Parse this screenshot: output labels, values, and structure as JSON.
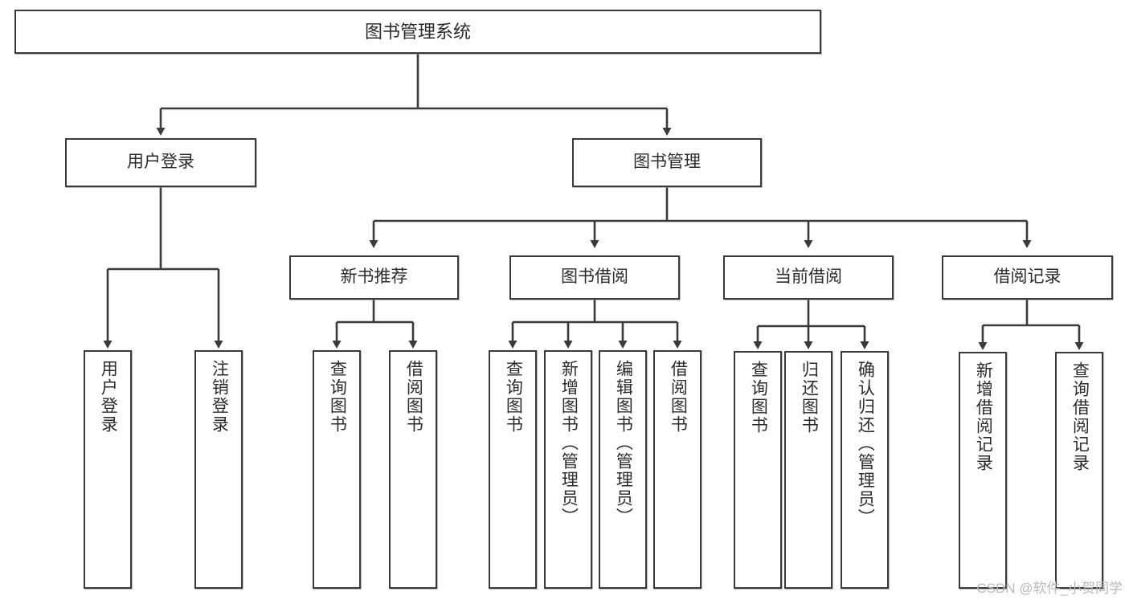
{
  "diagram": {
    "type": "tree-hierarchy",
    "title": "图书管理系统",
    "colors": {
      "box_border": "#3a3a3a",
      "box_fill": "#ffffff",
      "edge": "#3a3a3a",
      "text": "#2b2b2b",
      "watermark": "#b9b9b9",
      "background": "#ffffff"
    },
    "levels": [
      {
        "level": 1,
        "nodes": [
          {
            "id": "root",
            "label": "图书管理系统",
            "orientation": "horizontal"
          }
        ]
      },
      {
        "level": 2,
        "nodes": [
          {
            "id": "user-login",
            "label": "用户登录",
            "orientation": "horizontal",
            "parent": "root"
          },
          {
            "id": "book-mgmt",
            "label": "图书管理",
            "orientation": "horizontal",
            "parent": "root"
          }
        ]
      },
      {
        "level": 3,
        "nodes": [
          {
            "id": "new-book-rec",
            "label": "新书推荐",
            "orientation": "horizontal",
            "parent": "book-mgmt"
          },
          {
            "id": "book-borrow",
            "label": "图书借阅",
            "orientation": "horizontal",
            "parent": "book-mgmt"
          },
          {
            "id": "current-borrow",
            "label": "当前借阅",
            "orientation": "horizontal",
            "parent": "book-mgmt"
          },
          {
            "id": "borrow-record",
            "label": "借阅记录",
            "orientation": "horizontal",
            "parent": "book-mgmt"
          }
        ]
      },
      {
        "level": 4,
        "nodes": [
          {
            "id": "leaf-user-login",
            "label": "用户登录",
            "orientation": "vertical",
            "parent": "user-login"
          },
          {
            "id": "leaf-user-logout",
            "label": "注销登录",
            "orientation": "vertical",
            "parent": "user-login"
          },
          {
            "id": "leaf-rec-query",
            "label": "查询图书",
            "orientation": "vertical",
            "parent": "new-book-rec"
          },
          {
            "id": "leaf-rec-borrow",
            "label": "借阅图书",
            "orientation": "vertical",
            "parent": "new-book-rec"
          },
          {
            "id": "leaf-borrow-query",
            "label": "查询图书",
            "orientation": "vertical",
            "parent": "book-borrow"
          },
          {
            "id": "leaf-borrow-add",
            "label": "新增图书（管理员）",
            "orientation": "vertical",
            "parent": "book-borrow"
          },
          {
            "id": "leaf-borrow-edit",
            "label": "编辑图书（管理员）",
            "orientation": "vertical",
            "parent": "book-borrow"
          },
          {
            "id": "leaf-borrow-lend",
            "label": "借阅图书",
            "orientation": "vertical",
            "parent": "book-borrow"
          },
          {
            "id": "leaf-current-query",
            "label": "查询图书",
            "orientation": "vertical",
            "parent": "current-borrow"
          },
          {
            "id": "leaf-current-return",
            "label": "归还图书",
            "orientation": "vertical",
            "parent": "current-borrow"
          },
          {
            "id": "leaf-current-confirm",
            "label": "确认归还（管理员）",
            "orientation": "vertical",
            "parent": "current-borrow"
          },
          {
            "id": "leaf-record-add",
            "label": "新增借阅记录",
            "orientation": "vertical",
            "parent": "borrow-record"
          },
          {
            "id": "leaf-record-query",
            "label": "查询借阅记录",
            "orientation": "vertical",
            "parent": "borrow-record"
          }
        ]
      }
    ]
  },
  "watermark": {
    "text": "CSDN @软件_小贺同学"
  }
}
